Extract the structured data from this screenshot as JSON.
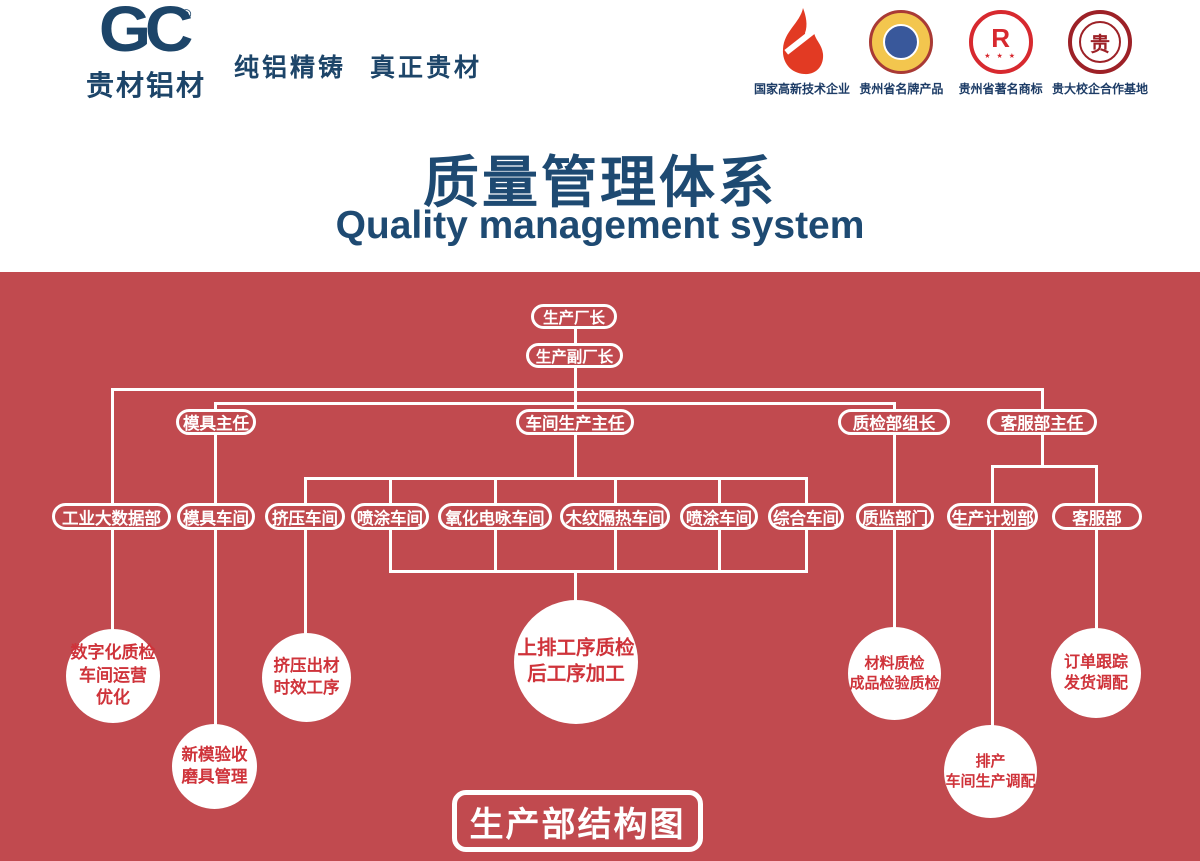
{
  "header": {
    "logo": {
      "mark": "GC",
      "registered": "®",
      "company": "贵材铝材",
      "tagline": "纯铝精铸 真正贵材"
    },
    "badges": [
      {
        "icon": "flame-icon",
        "label": "国家高新技术企业"
      },
      {
        "icon": "brand-medal-icon",
        "label": "贵州省名牌产品"
      },
      {
        "icon": "trademark-icon",
        "mark": "R",
        "stars": "★ ★ ★",
        "label": "贵州省著名商标"
      },
      {
        "icon": "university-seal-icon",
        "mark": "贵",
        "label": "贵大校企合作基地"
      }
    ],
    "title": "质量管理体系",
    "subtitle": "Quality management system"
  },
  "chart": {
    "level1": [
      "生产厂长",
      "生产副厂长"
    ],
    "level2": [
      "模具主任",
      "车间生产主任",
      "质检部组长",
      "客服部主任"
    ],
    "level3": [
      "工业大数据部",
      "模具车间",
      "挤压车间",
      "喷涂车间",
      "氧化电咏车间",
      "木纹隔热车间",
      "喷涂车间",
      "综合车间",
      "质监部门",
      "生产计划部",
      "客服部"
    ],
    "task_circles": [
      {
        "lines": [
          "数字化质检",
          "车间运营",
          "优化"
        ]
      },
      {
        "lines": [
          "新模验收",
          "磨具管理"
        ]
      },
      {
        "lines": [
          "挤压出材",
          "时效工序"
        ]
      },
      {
        "lines": [
          "上排工序质检",
          "后工序加工"
        ]
      },
      {
        "lines": [
          "材料质检",
          "成品检验质检"
        ]
      },
      {
        "lines": [
          "排产",
          "车间生产调配"
        ]
      },
      {
        "lines": [
          "订单跟踪",
          "发货调配"
        ]
      }
    ],
    "banner": "生产部结构图"
  },
  "colors": {
    "background_red": "#c14a4f",
    "navy": "#1d4569",
    "circle_text_red": "#cf333a",
    "line_white": "#ffffff"
  }
}
